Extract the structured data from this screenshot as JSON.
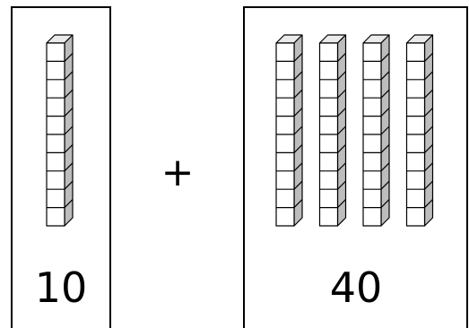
{
  "left_panel": {
    "number_label": "10",
    "rod_count": 1,
    "cubes_per_rod": 10
  },
  "operator": {
    "symbol": "+"
  },
  "right_panel": {
    "number_label": "40",
    "rod_count": 4,
    "cubes_per_rod": 10
  },
  "colors": {
    "cube_front": "#ffffff",
    "cube_top": "#ebebeb",
    "cube_side": "#bdbdbd",
    "stroke": "#000000"
  }
}
